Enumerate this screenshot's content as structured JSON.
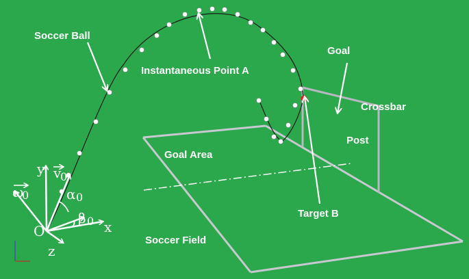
{
  "labels": {
    "soccer_ball": "Soccer Ball",
    "point_a": "Instantaneous Point A",
    "goal": "Goal",
    "crossbar": "Crossbar",
    "post": "Post",
    "goal_area": "Goal Area",
    "target_b": "Target B",
    "soccer_field": "Soccer Field"
  },
  "axes": {
    "y": "y",
    "x": "x",
    "z": "z",
    "origin": "O",
    "omega": "ω",
    "omega_sub": "0",
    "v": "v",
    "v_sub": "0",
    "alpha": "α",
    "alpha_sub": "0",
    "beta": "β",
    "beta_sub": "0"
  },
  "colors": {
    "background": "#2aa84b",
    "ball": "#ffffff",
    "target": "#e02020",
    "goal_frame": "#b8b8c0",
    "field_line": "#c8c8d0"
  }
}
